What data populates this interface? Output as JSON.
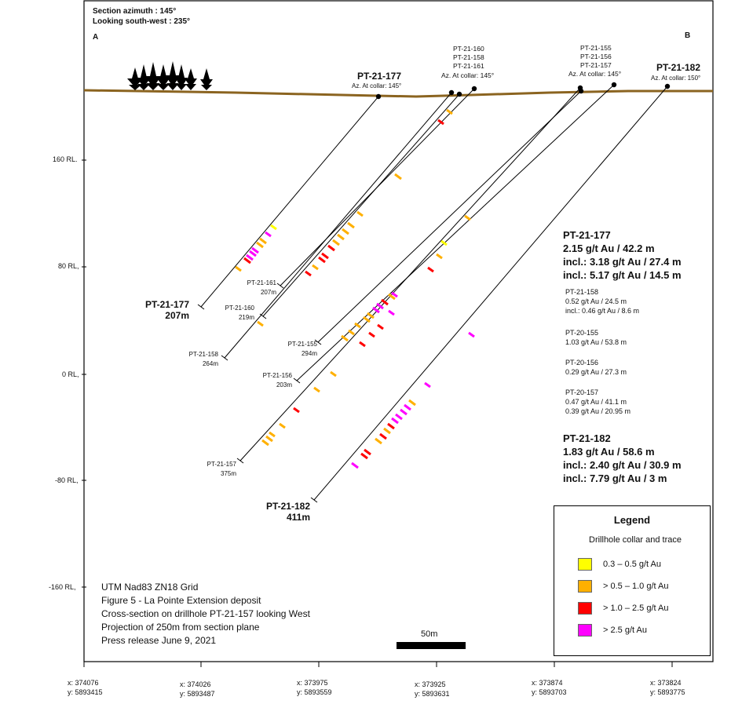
{
  "header": {
    "azimuth": "Section azimuth : 145°",
    "looking": "Looking south-west : 235°",
    "end_a": "A",
    "end_b": "B"
  },
  "elevation_labels": [
    "160 RL.",
    "80 RL,",
    "0 RL,",
    "-80 RL,",
    "-160 RL,"
  ],
  "collar_labels": {
    "pt177": {
      "name": "PT-21-177",
      "az": "Az. At collar: 145°"
    },
    "group160": {
      "l1": "PT-21-160",
      "l2": "PT-21-158",
      "l3": "PT-21-161",
      "az": "Az. At collar: 145°"
    },
    "group155": {
      "l1": "PT-21-155",
      "l2": "PT-21-156",
      "l3": "PT-21-157",
      "az": "Az. At collar: 145°"
    },
    "pt182": {
      "name": "PT-21-182",
      "az": "Az. At collar: 150°"
    }
  },
  "end_labels": {
    "pt177": {
      "name": "PT-21-177",
      "depth": "207m"
    },
    "pt161": {
      "name": "PT-21-161",
      "depth": "207m"
    },
    "pt160": {
      "name": "PT-21-160",
      "depth": "219m"
    },
    "pt158": {
      "name": "PT-21-158",
      "depth": "264m"
    },
    "pt155": {
      "name": "PT-21-155",
      "depth": "294m"
    },
    "pt156": {
      "name": "PT-21-156",
      "depth": "203m"
    },
    "pt157": {
      "name": "PT-21-157",
      "depth": "375m"
    },
    "pt182": {
      "name": "PT-21-182",
      "depth": "411m"
    }
  },
  "results": {
    "pt177": [
      "PT-21-177",
      "2.15 g/t Au / 42.2 m",
      "incl.: 3.18 g/t Au / 27.4 m",
      "incl.: 5.17 g/t Au / 14.5 m"
    ],
    "pt158": [
      "PT-21-158",
      "0.52 g/t Au / 24.5 m",
      "incl.: 0.46 g/t Au / 8.6 m"
    ],
    "pt155": [
      "PT-20-155",
      "1.03 g/t Au / 53.8 m"
    ],
    "pt156": [
      "PT-20-156",
      "0.29 g/t Au / 27.3 m"
    ],
    "pt157": [
      "PT-20-157",
      "0.47 g/t Au / 41.1 m",
      "0.39 g/t Au / 20.95 m"
    ],
    "pt182": [
      "PT-21-182",
      "1.83 g/t Au / 58.6 m",
      "incl.: 2.40 g/t Au / 30.9 m",
      "incl.: 7.79 g/t Au / 3 m"
    ]
  },
  "legend": {
    "title": "Legend",
    "collar": "Drillhole collar and trace",
    "items": [
      {
        "label": "0.3 – 0.5 g/t Au",
        "color": "#ffff00"
      },
      {
        "label": "> 0.5 – 1.0 g/t Au",
        "color": "#ffb000"
      },
      {
        "label": "> 1.0 – 2.5 g/t Au",
        "color": "#ff0000"
      },
      {
        "label": "> 2.5 g/t Au",
        "color": "#ff00ff"
      }
    ]
  },
  "caption": [
    "UTM Nad83 ZN18 Grid",
    "Figure 5 - La Pointe Extension deposit",
    "Cross-section  on drillhole PT-21-157 looking West",
    "Projection of 250m from section plane",
    "Press release  June  9, 2021"
  ],
  "scale_label": "50m",
  "coords": [
    {
      "x": "x: 374076",
      "y": "y: 5893415"
    },
    {
      "x": "x: 374026",
      "y": "y: 5893487"
    },
    {
      "x": "x: 373975",
      "y": "y: 5893559"
    },
    {
      "x": "x: 373925",
      "y": "y: 5893631"
    },
    {
      "x": "x: 373874",
      "y": "y: 5893703"
    },
    {
      "x": "x: 373824",
      "y": "y: 5893775"
    }
  ],
  "colors": {
    "ground": "#8b6420",
    "trace": "#000000",
    "tree": "#000000"
  }
}
